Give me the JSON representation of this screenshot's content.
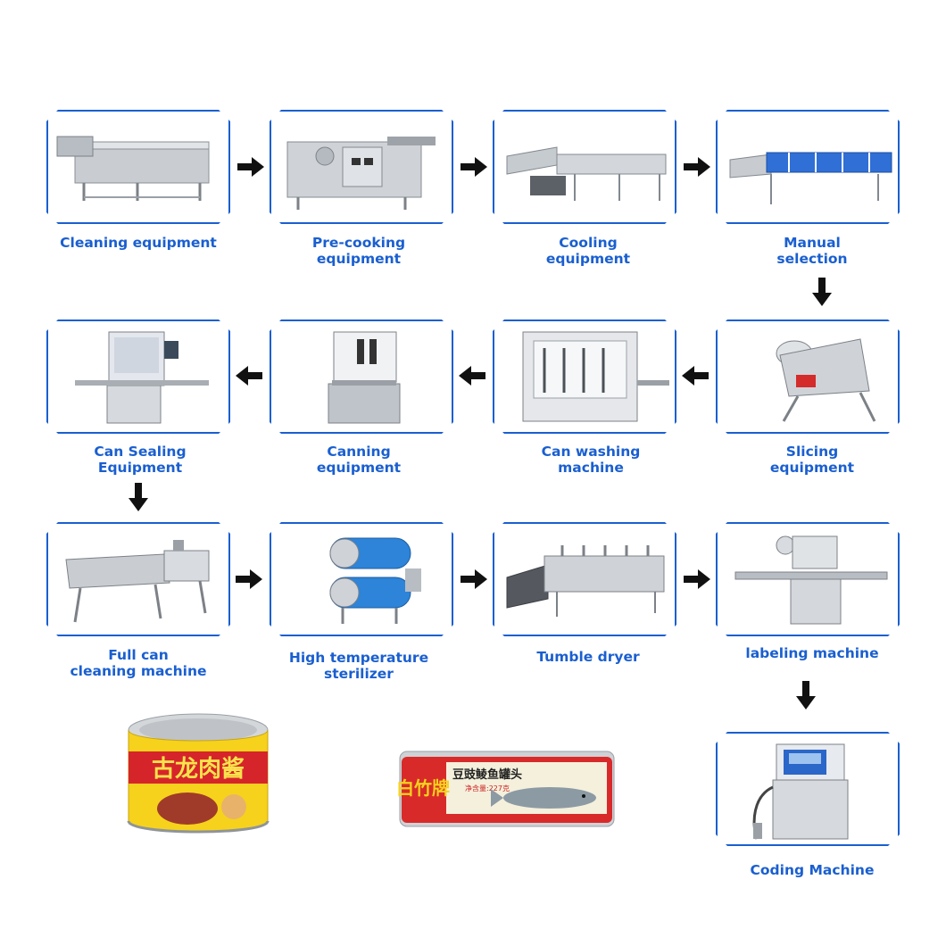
{
  "steps": [
    {
      "label": "Cleaning equipment"
    },
    {
      "label": "Pre-cooking\nequipment"
    },
    {
      "label": "Cooling\nequipment"
    },
    {
      "label": "Manual\nselection"
    },
    {
      "label": "Slicing\nequipment"
    },
    {
      "label": "Can washing\nmachine"
    },
    {
      "label": "Canning\nequipment"
    },
    {
      "label": "Can Sealing\nEquipment"
    },
    {
      "label": "Full can\ncleaning machine"
    },
    {
      "label": "High temperature\nsterilizer"
    },
    {
      "label": "Tumble dryer"
    },
    {
      "label": "labeling machine"
    },
    {
      "label": "Coding Machine"
    }
  ],
  "products": {
    "pork_can": {
      "brand_text": "古龙肉酱"
    },
    "fish_can": {
      "brand_text": "白竹牌",
      "title_text": "豆豉鲮鱼罐头",
      "weight_text": "净含量:227克"
    }
  },
  "colors": {
    "accent": "#1a5fd0",
    "arrow": "#111111"
  }
}
